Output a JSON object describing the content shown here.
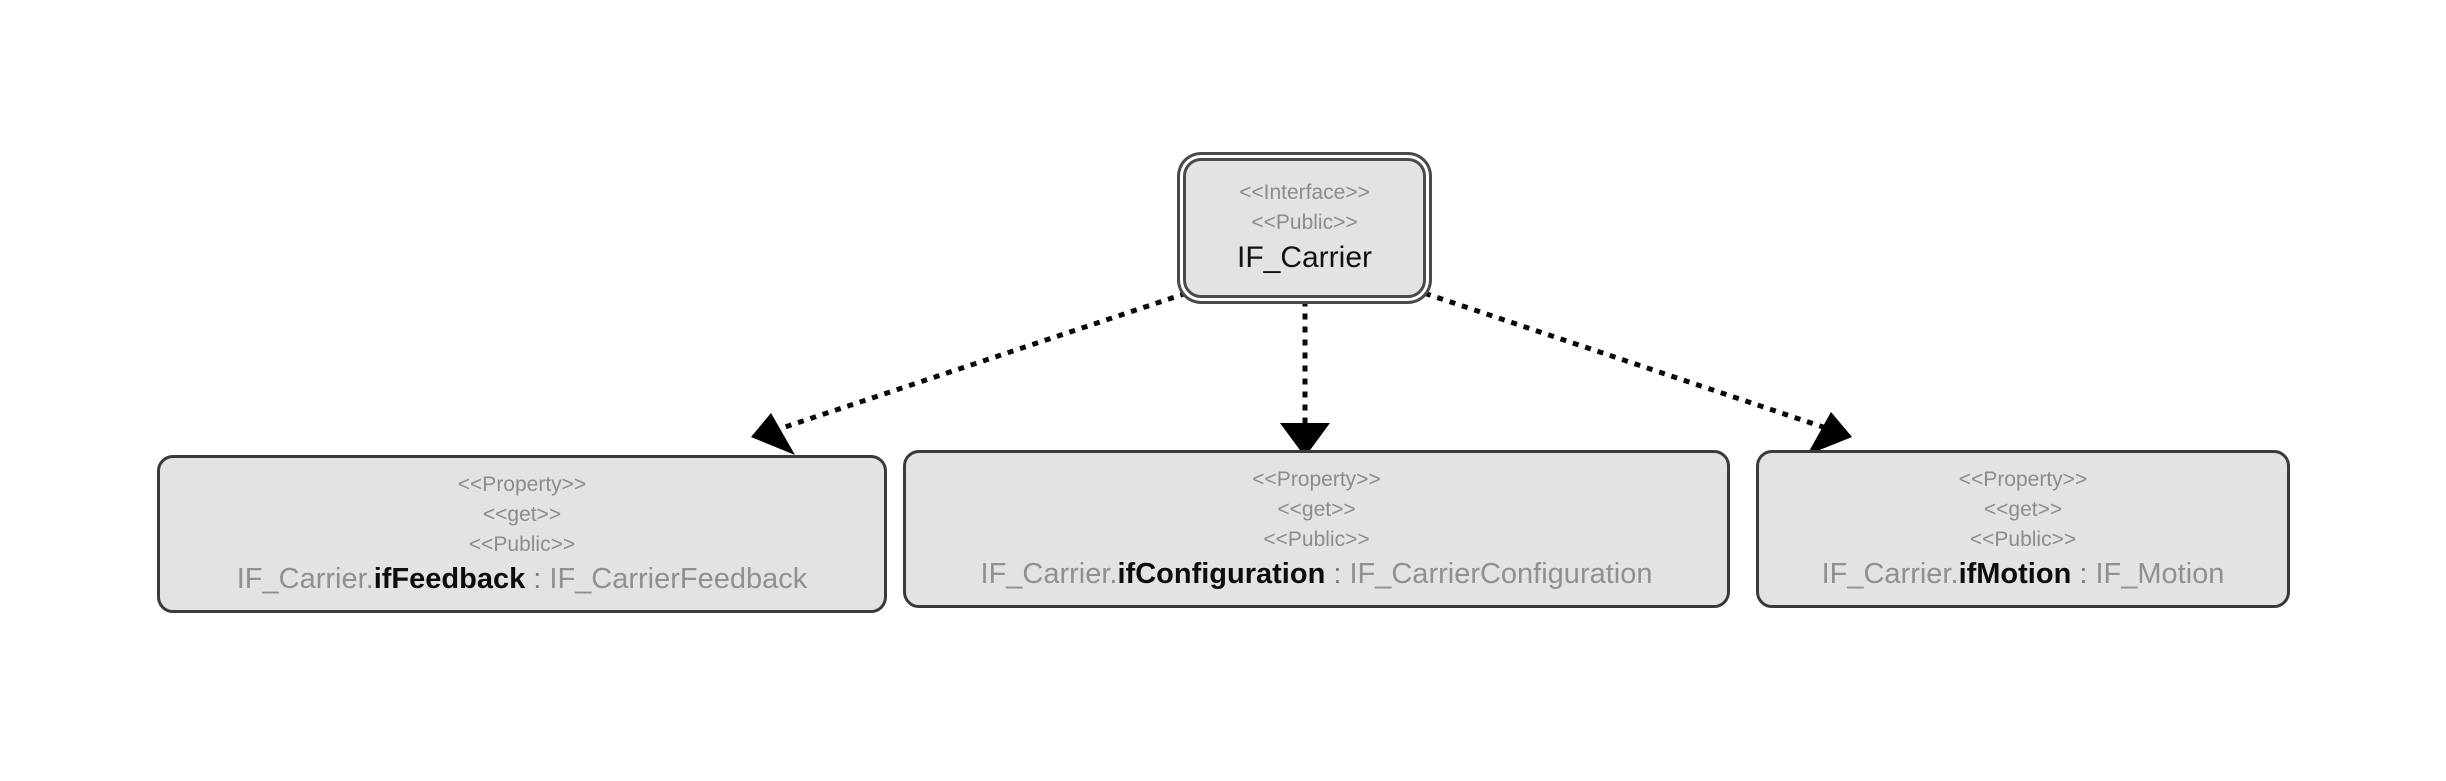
{
  "diagram": {
    "type": "uml-class-diagram",
    "background_color": "#ffffff",
    "node_fill_color": "#e3e3e3",
    "node_border_color": "#3a3a3a",
    "stereotype_text_color": "#8c8c8c",
    "member_name_color": "#0d0d0d",
    "connector_style": "dotted-line-with-filled-triangle-arrowhead"
  },
  "root": {
    "stereotype_interface": "<<Interface>>",
    "stereotype_visibility": "<<Public>>",
    "title": "IF_Carrier"
  },
  "properties": [
    {
      "stereotype_property": "<<Property>>",
      "stereotype_get": "<<get>>",
      "stereotype_visibility": "<<Public>>",
      "owner": "IF_Carrier.",
      "name": "ifFeedback",
      "separator": " : ",
      "type": "IF_CarrierFeedback"
    },
    {
      "stereotype_property": "<<Property>>",
      "stereotype_get": "<<get>>",
      "stereotype_visibility": "<<Public>>",
      "owner": "IF_Carrier.",
      "name": "ifConfiguration",
      "separator": " : ",
      "type": "IF_CarrierConfiguration"
    },
    {
      "stereotype_property": "<<Property>>",
      "stereotype_get": "<<get>>",
      "stereotype_visibility": "<<Public>>",
      "owner": "IF_Carrier.",
      "name": "ifMotion",
      "separator": " : ",
      "type": "IF_Motion"
    }
  ],
  "connectors": [
    {
      "from": "IF_Carrier",
      "to": "IF_Carrier.ifFeedback",
      "style": "dotted",
      "arrow": "filled-triangle"
    },
    {
      "from": "IF_Carrier",
      "to": "IF_Carrier.ifConfiguration",
      "style": "dotted",
      "arrow": "filled-triangle"
    },
    {
      "from": "IF_Carrier",
      "to": "IF_Carrier.ifMotion",
      "style": "dotted",
      "arrow": "filled-triangle"
    }
  ]
}
